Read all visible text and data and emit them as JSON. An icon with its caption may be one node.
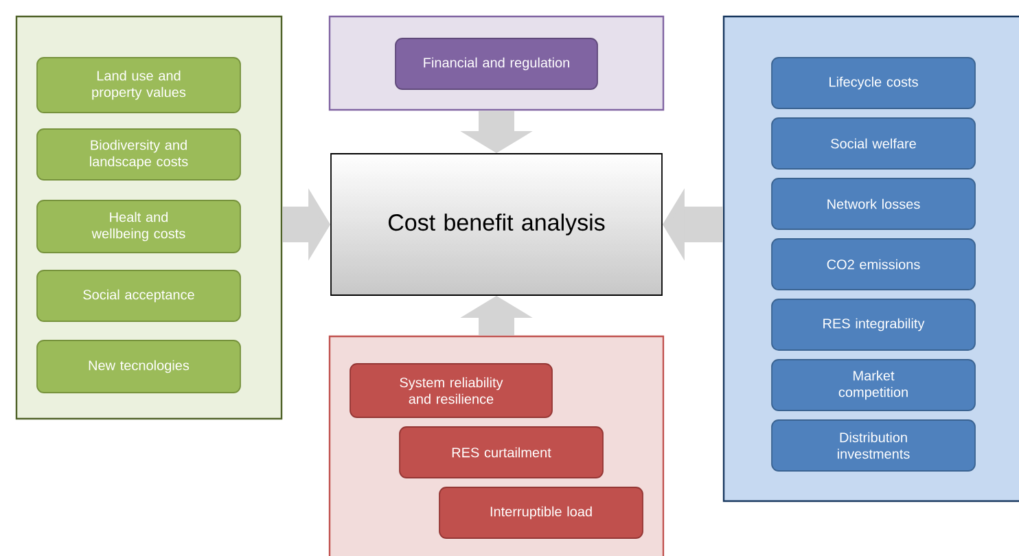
{
  "diagram": {
    "nodes": [
      {
        "text": [],
        "shape": "box"
      },
      {
        "text": [
          "Land use and property values"
        ],
        "in": 0
      },
      {
        "text": [
          "Biodiversity and landscape costs"
        ],
        "in": 0
      },
      {
        "text": [
          "Healt and wellbeing costs"
        ],
        "in": 0
      },
      {
        "text": [
          "Social acceptance"
        ],
        "in": 0
      },
      {
        "text": [
          "New tecnologies"
        ],
        "in": 0
      },
      {
        "text": [],
        "shape": "box"
      },
      {
        "text": [
          "Financial and regulation"
        ],
        "in": 6
      },
      {
        "text": [
          "Cost benefit analysis"
        ]
      },
      {
        "text": [],
        "shape": "box"
      },
      {
        "text": [
          "System reliability and resilience"
        ],
        "in": 9
      },
      {
        "text": [
          "RES curtailment"
        ],
        "in": 9
      },
      {
        "text": [
          "Interruptible load"
        ],
        "in": 9
      },
      {
        "text": [],
        "shape": "box"
      },
      {
        "text": [
          "Lifecycle costs"
        ],
        "in": 13
      },
      {
        "text": [
          "Social welfare"
        ],
        "in": 13
      },
      {
        "text": [
          "Network losses"
        ],
        "in": 13
      },
      {
        "text": [
          "CO2 emissions"
        ],
        "in": 13
      },
      {
        "text": [
          "RES integrability"
        ],
        "in": 13
      },
      {
        "text": [
          "Market competition"
        ],
        "in": 13
      },
      {
        "text": [
          "Distribution investments"
        ],
        "in": 13
      }
    ],
    "edges": [
      {
        "from": 0,
        "to": 8,
        "arrow": "to"
      },
      {
        "from": 6,
        "to": 8,
        "arrow": "to"
      },
      {
        "from": 9,
        "to": 8,
        "arrow": "to"
      },
      {
        "from": 13,
        "to": 8,
        "arrow": "to"
      }
    ]
  }
}
